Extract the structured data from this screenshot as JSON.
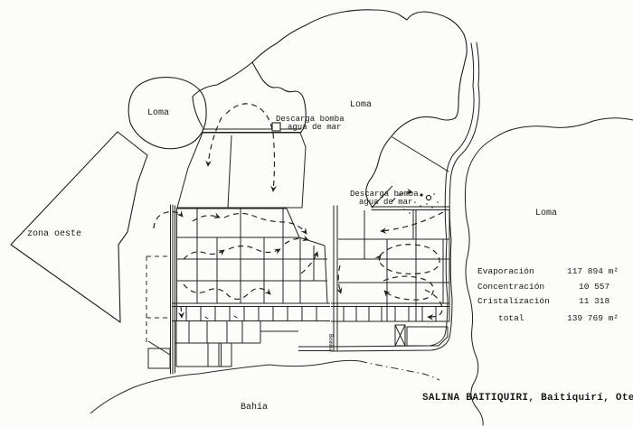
{
  "map": {
    "ink_color": "#1e1e1e",
    "background_color": "#fcfcfa",
    "labels": {
      "loma_west": "Loma",
      "loma_center": "Loma",
      "loma_east": "Loma",
      "zona_oeste": "zona oeste",
      "bahia": "Bahía",
      "canal_label": "Bomba"
    },
    "discharge1": {
      "line1": "Descarga bomba",
      "line2": "agua de mar"
    },
    "discharge2": {
      "line1": "Descarga bomba",
      "line2": "agua de mar"
    },
    "legend": {
      "rows": [
        {
          "label": "Evaporación",
          "value": "117 894 m²"
        },
        {
          "label": "Concentración",
          "value": "10 557"
        },
        {
          "label": "Cristalización",
          "value": "11 318"
        },
        {
          "label": "total",
          "value": "139 769 m²"
        }
      ]
    },
    "title": "SALINA BAITIQUIRI, Baitiquirí, Ote"
  }
}
